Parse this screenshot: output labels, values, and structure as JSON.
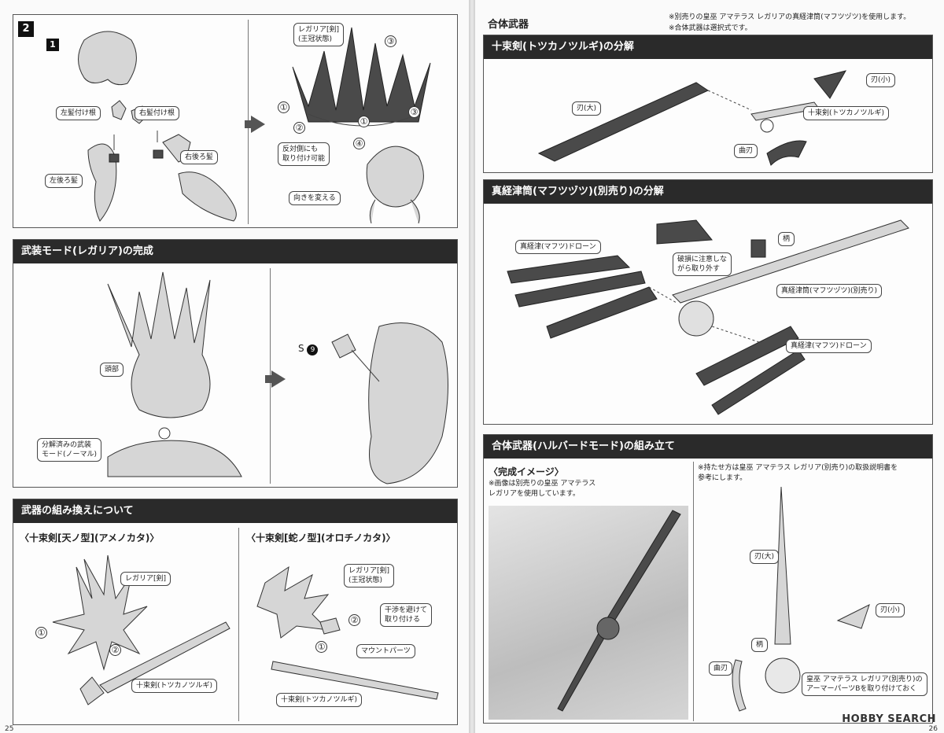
{
  "left_page": {
    "step": {
      "number": "2",
      "sub_number": "1",
      "labels": {
        "left_hair_root": "左髪付け根",
        "right_hair_root": "右髪付け根",
        "left_back_hair": "左後ろ髪",
        "right_back_hair": "右後ろ髪",
        "crown": "レガリア[剣]\n(王冠状態)",
        "other_side": "反対側にも\n取り付け可能",
        "change_dir": "向きを変える"
      },
      "nums": [
        "①",
        "②",
        "③",
        "③",
        "①",
        "④"
      ]
    },
    "armed_mode": {
      "title": "武装モード(レガリア)の完成",
      "head_label": "頭部",
      "disassembled_label": "分解済みの武装\nモード(ノーマル)",
      "s_label": "S",
      "s_num": "9"
    },
    "weapon_swap": {
      "title": "武器の組み換えについて",
      "left_sub": "〈十束剣[天ノ型](アメノカタ)〉",
      "right_sub": "〈十束剣[蛇ノ型](オロチノカタ)〉",
      "regalia_sword": "レガリア[剣]",
      "totsuka": "十束剣(トツカノツルギ)",
      "regalia_crown": "レガリア[剣]\n(王冠状態)",
      "avoid": "干渉を避けて\n取り付ける",
      "mount_parts": "マウントパーツ",
      "totsuka2": "十束剣(トツカノツルギ)",
      "nums": [
        "①",
        "②",
        "①",
        "②"
      ]
    },
    "page_number": "25"
  },
  "right_page": {
    "combined": {
      "title": "合体武器",
      "note1": "※別売りの皇巫 アマテラス レガリアの真経津筒(マフツヅツ)を使用します。",
      "note2": "※合体武器は選択式です。"
    },
    "totsuka_section": {
      "title": "十束剣(トツカノツルギ)の分解",
      "blade_large": "刃(大)",
      "blade_small": "刃(小)",
      "totsuka": "十束剣(トツカノツルギ)",
      "curved_blade": "曲刃"
    },
    "mafutsu_section": {
      "title": "真経津筒(マフツヅツ)(別売り)の分解",
      "drone_top": "真経津(マフツ)ドローン",
      "careful": "破損に注意しな\nがら取り外す",
      "handle": "柄",
      "tube": "真経津筒(マフツヅツ)(別売り)",
      "drone_bottom": "真経津(マフツ)ドローン"
    },
    "halberd_section": {
      "title": "合体武器(ハルバードモード)の組み立て",
      "complete_image": "〈完成イメージ〉",
      "image_note": "※画像は別売りの皇巫 アマテラス\nレガリアを使用しています。",
      "hold_note": "※持たせ方は皇巫 アマテラス レガリア(別売り)の取扱説明書を\n参考にします。",
      "blade_large": "刃(大)",
      "blade_small": "刃(小)",
      "handle": "柄",
      "curved_blade": "曲刃",
      "armor_note": "皇巫 アマテラス レガリア(別売り)の\nアーマーパーツBを取り付けておく"
    },
    "page_number": "26"
  },
  "watermark": "HOBBY SEARCH"
}
